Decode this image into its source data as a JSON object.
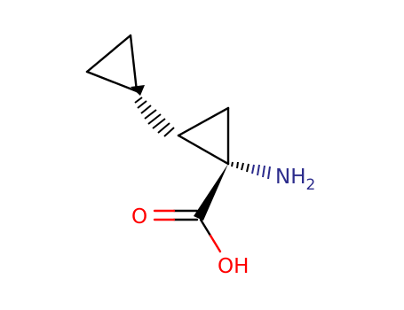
{
  "molecule": {
    "atoms": {
      "amine": {
        "symbol": "NH",
        "subscript": "2",
        "color": "#2c2c8c"
      },
      "carbonyl_oxygen": {
        "symbol": "O",
        "color": "#ff0000"
      },
      "hydroxyl": {
        "symbol": "OH",
        "color": "#ff0000"
      }
    },
    "bond_color": "#000000"
  }
}
